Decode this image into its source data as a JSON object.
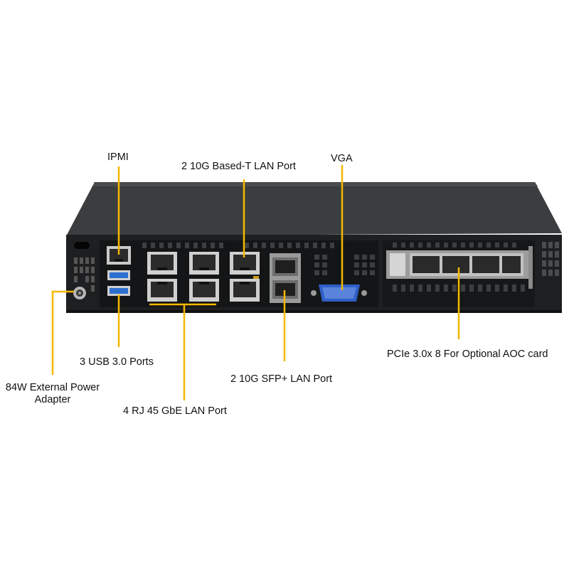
{
  "labels": {
    "ipmi": "IPMI",
    "lan_10g_base_t": "2 10G Based-T LAN Port",
    "vga": "VGA",
    "usb": "3 USB 3.0 Ports",
    "power_line1": "84W External Power",
    "power_line2": "Adapter",
    "rj45": "4 RJ 45 GbE LAN Port",
    "sfp": "2 10G SFP+ LAN Port",
    "pcie": "PCIe 3.0x 8 For Optional AOC card"
  },
  "colors": {
    "chassis_top": "#3c3d3f",
    "chassis_front": "#1e1f21",
    "callout": "#f5b800",
    "vga_blue": "#2f5fc6",
    "usb_blue": "#2c6fd0"
  }
}
